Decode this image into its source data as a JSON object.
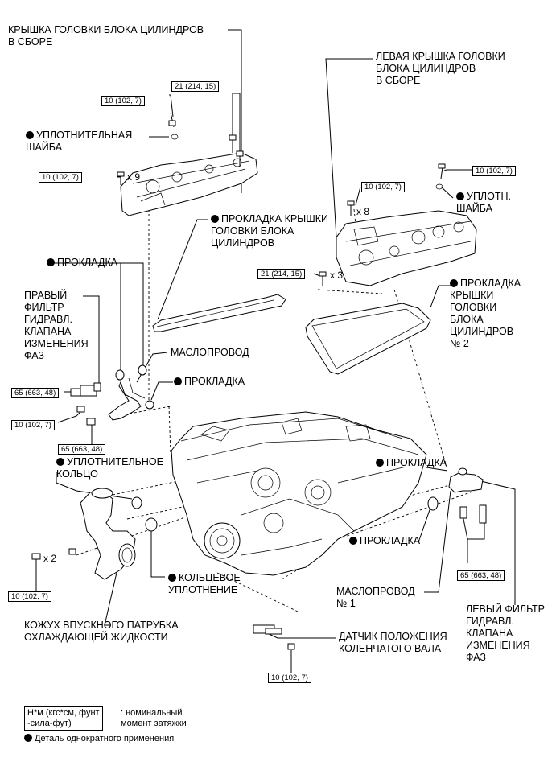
{
  "labels": {
    "rh_cover_assy": "КРЫШКА ГОЛОВКИ БЛОКА ЦИЛИНДРОВ\nВ СБОРЕ",
    "lh_cover_assy": "ЛЕВАЯ КРЫШКА ГОЛОВКИ\nБЛОКА ЦИЛИНДРОВ\nВ СБОРЕ",
    "seal_washer_1": "УПЛОТНИТЕЛЬНАЯ\nШАЙБА",
    "seal_washer_2": "УПЛОТН.\nШАЙБА",
    "cover_gasket_1": "ПРОКЛАДКА КРЫШКИ\nГОЛОВКИ БЛОКА\nЦИЛИНДРОВ",
    "cover_gasket_2": "ПРОКЛАДКА\nКРЫШКИ\nГОЛОВКИ\nБЛОКА\nЦИЛИНДРОВ\n№ 2",
    "gasket_1": "ПРОКЛАДКА",
    "gasket_2": "ПРОКЛАДКА",
    "gasket_3": "ПРОКЛАДКА",
    "gasket_4": "ПРОКЛАДКА",
    "rh_filter": "ПРАВЫЙ\nФИЛЬТР\nГИДРАВЛ.\nКЛАПАНА\nИЗМЕНЕНИЯ\nФАЗ",
    "oil_pipe": "МАСЛОПРОВОД",
    "oil_pipe_1": "МАСЛОПРОВОД\n№ 1",
    "o_ring_seal": "УПЛОТНИТЕЛЬНОЕ\nКОЛЬЦО",
    "o_ring": "КОЛЬЦЕВОЕ\nУПЛОТНЕНИЕ",
    "inlet_housing": "КОЖУХ ВПУСКНОГО ПАТРУБКА\nОХЛАЖДАЮЩЕЙ ЖИДКОСТИ",
    "crank_sensor": "ДАТЧИК ПОЛОЖЕНИЯ\nКОЛЕНЧАТОГО ВАЛА",
    "lh_filter": "ЛЕВЫЙ ФИЛЬТР\nГИДРАВЛ.\nКЛАПАНА\nИЗМЕНЕНИЯ\nФАЗ"
  },
  "torques": {
    "t_10": "10 (102, 7)",
    "t_21": "21 (214, 15)",
    "t_65": "65 (663, 48)"
  },
  "counts": {
    "x9": "x 9",
    "x8": "x 8",
    "x3": "x 3",
    "x2": "x 2"
  },
  "legend": {
    "unit": "Н*м (кгс*см, фунт\n-сила-фут)",
    "unit_desc": ": номинальный\nмомент затяжки",
    "one_time": "Деталь однократного применения"
  }
}
